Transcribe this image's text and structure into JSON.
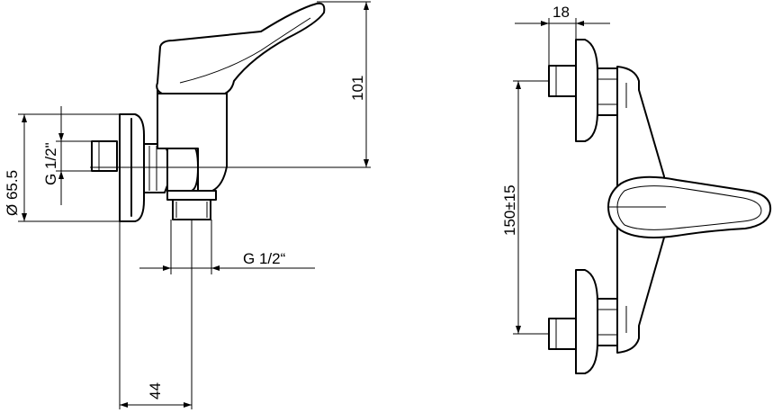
{
  "drawing": {
    "dimensions": {
      "height_top": "101",
      "diameter": "Ø 65.5",
      "thread_side": "G 1/2\"",
      "thread_bottom": "G 1/2“",
      "depth": "44",
      "width_top": "18",
      "centers": "150±15"
    },
    "line_color": "#000000",
    "background_color": "#ffffff"
  }
}
